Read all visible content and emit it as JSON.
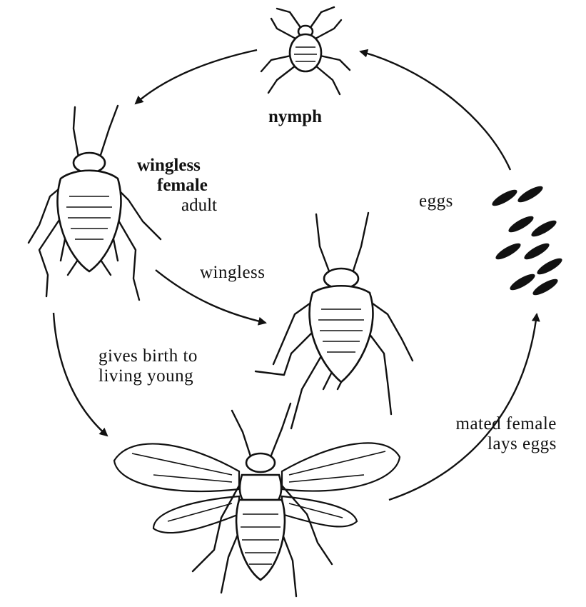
{
  "labels": {
    "nymph": "nymph",
    "wingless_female_adult": [
      "wingless",
      "female",
      "adult"
    ],
    "eggs": "eggs",
    "wingless": "wingless",
    "gives_birth": [
      "gives birth to",
      "living young"
    ],
    "mated_female": [
      "mated female",
      "lays eggs"
    ]
  },
  "colors": {
    "ink": "#111111",
    "background": "#ffffff"
  }
}
